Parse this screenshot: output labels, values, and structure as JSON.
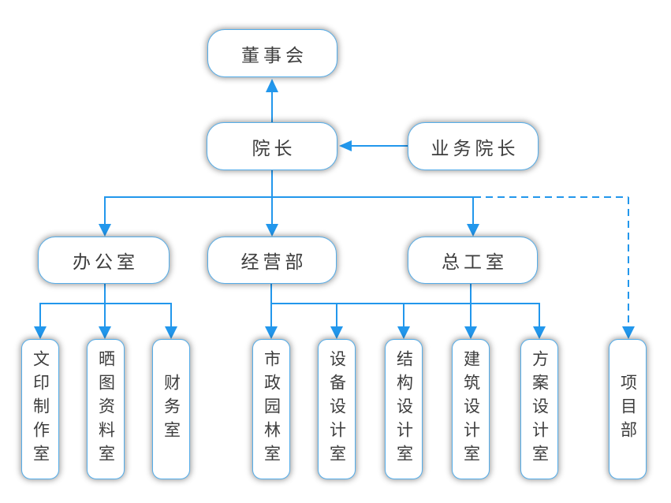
{
  "diagram": {
    "type": "org-chart",
    "colors": {
      "line": "#2297ec",
      "box_border": "#55ade9",
      "box_background": "#ffffff",
      "text": "#3d3d3d"
    },
    "nodes": {
      "board": "董事会",
      "dean": "院长",
      "business_dean": "业务院长",
      "office": "办公室",
      "operations_dept": "经营部",
      "chief_engineer_office": "总工室",
      "rooms": [
        "文印制作室",
        "晒图资料室",
        "财务室",
        "市政园林室",
        "设备设计室",
        "结构设计室",
        "建筑设计室",
        "方案设计室",
        "项目部"
      ]
    },
    "edges": {
      "dean_to_board": "solid-arrow-up",
      "business_dean_to_dean": "solid-arrow-left",
      "dean_to_children": "solid-arrows-down",
      "dean_to_project_dept": "dashed-arrow-down"
    }
  }
}
